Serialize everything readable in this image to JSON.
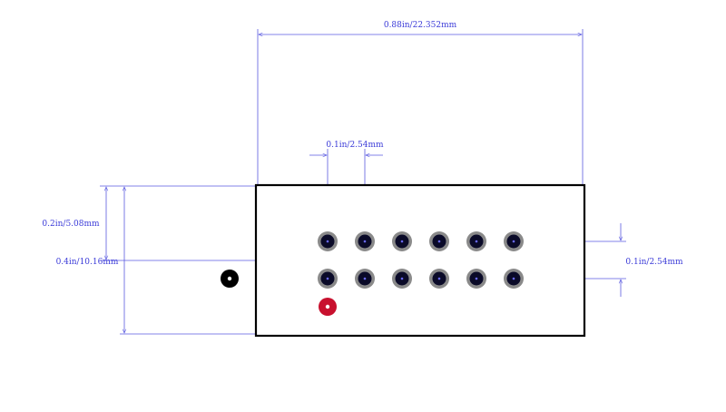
{
  "dimensions": {
    "overall_width": "0.88in/22.352mm",
    "pin_pitch_horizontal": "0.1in/2.54mm",
    "row_offset": "0.2in/5.08mm",
    "overall_height": "0.4in/10.16mm",
    "pin_pitch_vertical": "0.1in/2.54mm"
  },
  "colors": {
    "dimension": "#3b3bd8",
    "outline": "#000000",
    "pad_ring": "#8a8a8a",
    "pad_hole": "#0a0a28",
    "pin1_marker": "#c8102e",
    "reference_dot": "#000000"
  },
  "pins": {
    "rows": 2,
    "columns": 6
  }
}
